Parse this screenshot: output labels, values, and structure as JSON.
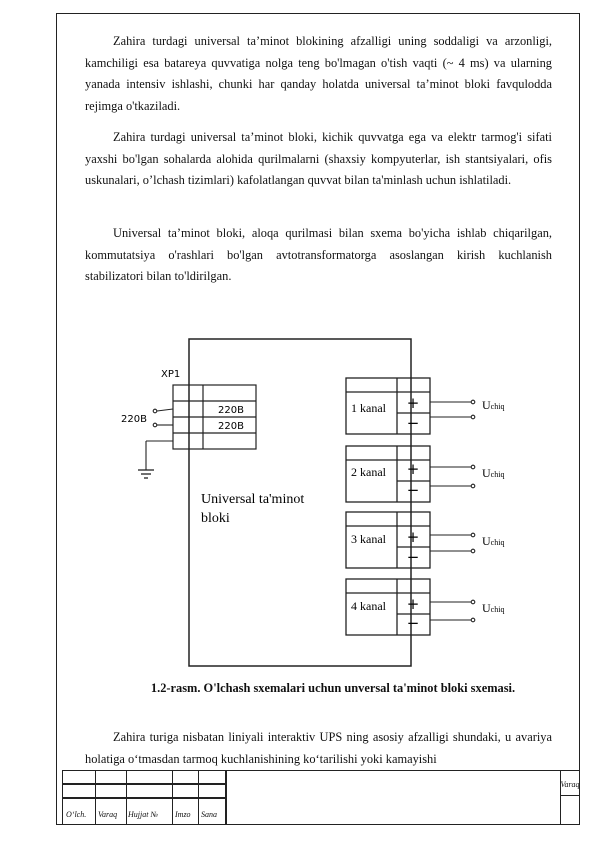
{
  "paragraphs": [
    "Zahira turdagi universal ta’minot blokining afzalligi uning soddaligi va arzonligi, kamchiligi esa batareya quvvatiga nolga teng bo'lmagan o'tish vaqti (~ 4 ms) va ularning yanada intensiv ishlashi, chunki har qanday holatda universal ta’minot bloki favqulodda rejimga o'tkaziladi.",
    "Zahira turdagi universal ta’minot bloki, kichik quvvatga ega va elektr tarmog'i sifati yaxshi bo'lgan sohalarda alohida qurilmalarni (shaxsiy kompyuterlar, ish stantsiyalari, ofis uskunalari, o’lchash tizimlari) kafolatlangan quvvat bilan ta'minlash uchun ishlatiladi.",
    "Universal ta’minot bloki, aloqa qurilmasi bilan sxema bo'yicha ishlab chiqarilgan, kommutatsiya o'rashlari bo'lgan avtotransformatorga asoslangan kirish kuchlanish stabilizatori bilan to'ldirilgan.",
    "Zahira turiga nisbatan liniyali interaktiv UPS ning asosiy afzalligi shundaki, u avariya holatiga o‘tmasdan tarmoq kuchlanishining ko‘tarilishi yoki kamayishi"
  ],
  "diagram": {
    "connector_label": "XP1",
    "input_voltage": "220B",
    "pin_labels": [
      "220B",
      "220B"
    ],
    "block_title_line1": "Universal ta'minot",
    "block_title_line2": "bloki",
    "channels": [
      {
        "label": "1 kanal",
        "output": "U",
        "output_sub": "chiq"
      },
      {
        "label": "2 kanal",
        "output": "U",
        "output_sub": "chiq"
      },
      {
        "label": "3 kanal",
        "output": "U",
        "output_sub": "chiq"
      },
      {
        "label": "4 kanal",
        "output": "U",
        "output_sub": "chiq"
      }
    ],
    "plus_sign": "+",
    "minus_sign": "−"
  },
  "caption": "1.2-rasm. O'lchash sxemalari uchun unversal ta'minot bloki sxemasi.",
  "title_block": {
    "col_labels": [
      "O‘lch.",
      "Varaq",
      "Hujjat  №",
      "Imzo",
      "Sana"
    ],
    "varaq_label": "Varaq"
  }
}
